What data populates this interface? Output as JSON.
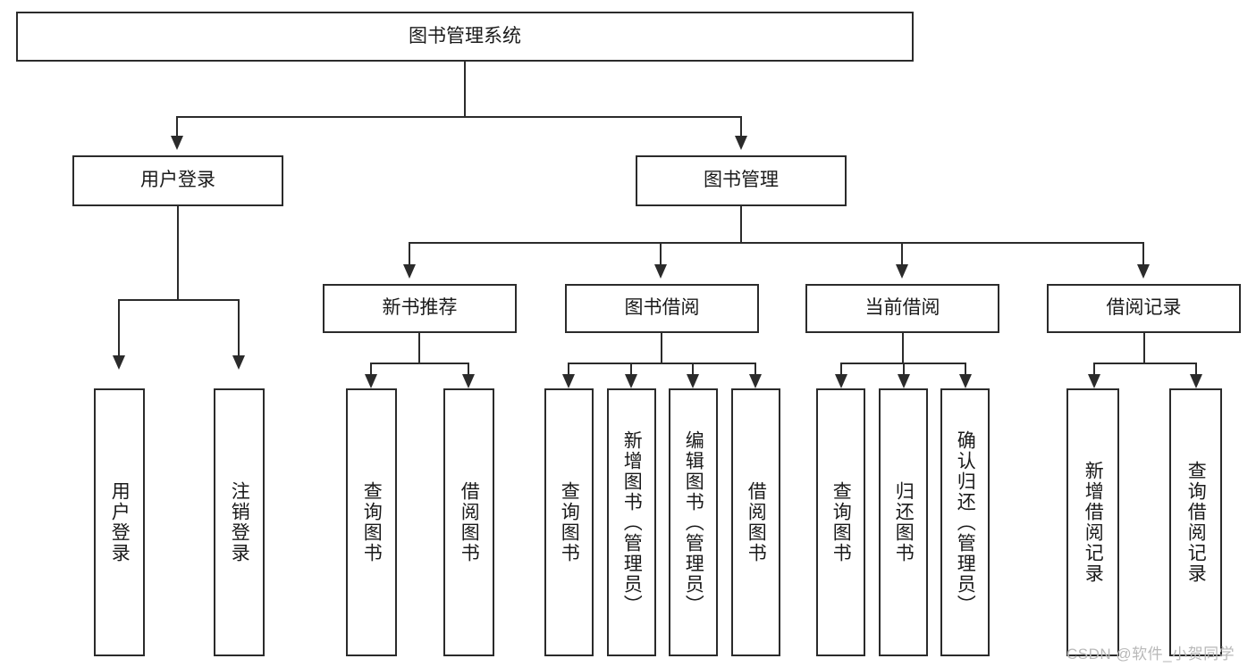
{
  "diagram": {
    "type": "tree",
    "title": "图书管理系统",
    "root": {
      "id": "root",
      "label": "图书管理系统"
    },
    "level2": [
      {
        "id": "user-login",
        "label": "用户登录"
      },
      {
        "id": "book-manage",
        "label": "图书管理"
      }
    ],
    "level3": [
      {
        "id": "new-book-rec",
        "label": "新书推荐",
        "parent": "book-manage"
      },
      {
        "id": "book-borrow",
        "label": "图书借阅",
        "parent": "book-manage"
      },
      {
        "id": "current-borrow",
        "label": "当前借阅",
        "parent": "book-manage"
      },
      {
        "id": "borrow-record",
        "label": "借阅记录",
        "parent": "book-manage"
      }
    ],
    "leaves": {
      "user-login": [
        {
          "id": "leaf-user-login",
          "label": "用户登录"
        },
        {
          "id": "leaf-user-logout",
          "label": "注销登录"
        }
      ],
      "new-book-rec": [
        {
          "id": "leaf-query-book-1",
          "label": "查询图书"
        },
        {
          "id": "leaf-borrow-book-1",
          "label": "借阅图书"
        }
      ],
      "book-borrow": [
        {
          "id": "leaf-query-book-2",
          "label": "查询图书"
        },
        {
          "id": "leaf-add-book",
          "label": "新增图书（管理员）"
        },
        {
          "id": "leaf-edit-book",
          "label": "编辑图书（管理员）"
        },
        {
          "id": "leaf-borrow-book-2",
          "label": "借阅图书"
        }
      ],
      "current-borrow": [
        {
          "id": "leaf-query-book-3",
          "label": "查询图书"
        },
        {
          "id": "leaf-return-book",
          "label": "归还图书"
        },
        {
          "id": "leaf-confirm-return",
          "label": "确认归还（管理员）"
        }
      ],
      "borrow-record": [
        {
          "id": "leaf-add-record",
          "label": "新增借阅记录"
        },
        {
          "id": "leaf-query-record",
          "label": "查询借阅记录"
        }
      ]
    },
    "watermark": "CSDN @软件_小贺同学",
    "colors": {
      "stroke": "#2b2b2b",
      "fill": "#ffffff",
      "text": "#1a1a1a",
      "watermark": "#b8b8b8"
    }
  }
}
